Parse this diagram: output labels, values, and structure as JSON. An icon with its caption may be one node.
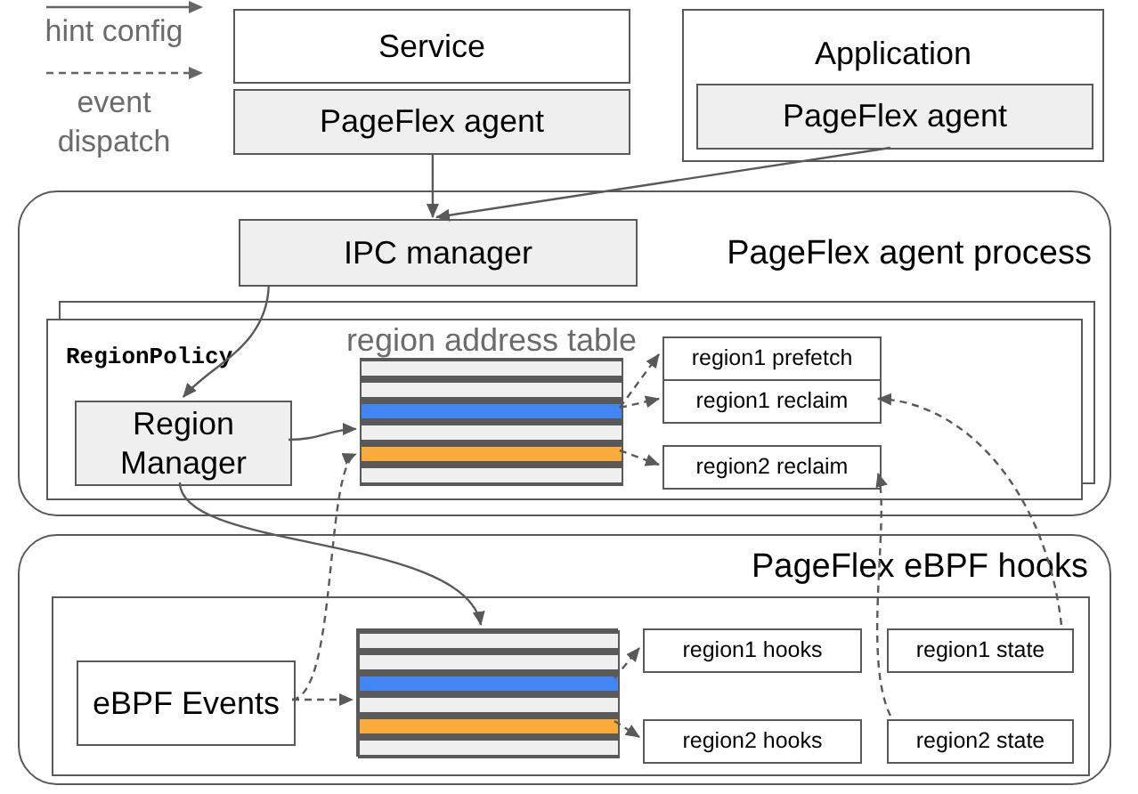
{
  "diagram": {
    "nodes": [
      {
        "text": [
          "Service"
        ]
      },
      {
        "text": [
          "PageFlex agent"
        ]
      },
      {
        "text": [
          "Application"
        ]
      },
      {
        "text": [
          "PageFlex agent"
        ],
        "in": 2
      },
      {
        "text": [
          "PageFlex agent process"
        ]
      },
      {
        "text": [
          "IPC manager"
        ],
        "in": 4
      },
      {
        "text": [
          "RegionPolicy"
        ],
        "in": 4
      },
      {
        "text": [
          "Region Manager"
        ],
        "in": 6
      },
      {
        "text": [
          "region address table"
        ],
        "in": 6
      },
      {
        "text": [],
        "shape": "bar",
        "in": 8
      },
      {
        "text": [],
        "shape": "bar",
        "in": 8
      },
      {
        "text": [
          "region1 prefetch"
        ],
        "in": 6
      },
      {
        "text": [
          "region1 reclaim"
        ],
        "in": 6
      },
      {
        "text": [
          "region2 reclaim"
        ],
        "in": 6
      },
      {
        "text": [
          "PageFlex eBPF hooks"
        ]
      },
      {
        "text": [],
        "shape": "box",
        "in": 14
      },
      {
        "text": [
          "eBPF Events"
        ],
        "in": 15
      },
      {
        "text": [],
        "shape": "box",
        "in": 15
      },
      {
        "text": [],
        "shape": "bar",
        "in": 17
      },
      {
        "text": [],
        "shape": "bar",
        "in": 17
      },
      {
        "text": [
          "region1 hooks"
        ],
        "in": 15
      },
      {
        "text": [
          "region2 hooks"
        ],
        "in": 15
      },
      {
        "text": [
          "region1 state"
        ],
        "in": 15
      },
      {
        "text": [
          "region2 state"
        ],
        "in": 15
      }
    ],
    "edges": [
      {
        "from": 1,
        "to": 5,
        "arrow": "to"
      },
      {
        "from": 3,
        "to": 5,
        "arrow": "to"
      },
      {
        "from": 5,
        "to": 7,
        "arrow": "to"
      },
      {
        "from": 7,
        "to": 8,
        "arrow": "to"
      },
      {
        "from": 9,
        "to": 11,
        "arrow": "to",
        "style": "dashed"
      },
      {
        "from": 9,
        "to": 12,
        "arrow": "to",
        "style": "dashed"
      },
      {
        "from": 10,
        "to": 13,
        "arrow": "to",
        "style": "dashed"
      },
      {
        "from": 22,
        "to": 12,
        "arrow": "to",
        "style": "dashed"
      },
      {
        "from": 23,
        "to": 13,
        "arrow": "to",
        "style": "dashed"
      },
      {
        "from": 7,
        "to": 17,
        "arrow": "to"
      },
      {
        "from": 16,
        "to": 17,
        "arrow": "to",
        "style": "dashed"
      },
      {
        "from": 16,
        "to": 10,
        "arrow": "to",
        "style": "dashed"
      },
      {
        "from": 18,
        "to": 20,
        "arrow": "to",
        "style": "dashed"
      },
      {
        "from": 19,
        "to": 21,
        "arrow": "to",
        "style": "dashed"
      }
    ],
    "legend": [
      {
        "text": "hint config"
      },
      {
        "text": "event dispatch"
      }
    ]
  }
}
